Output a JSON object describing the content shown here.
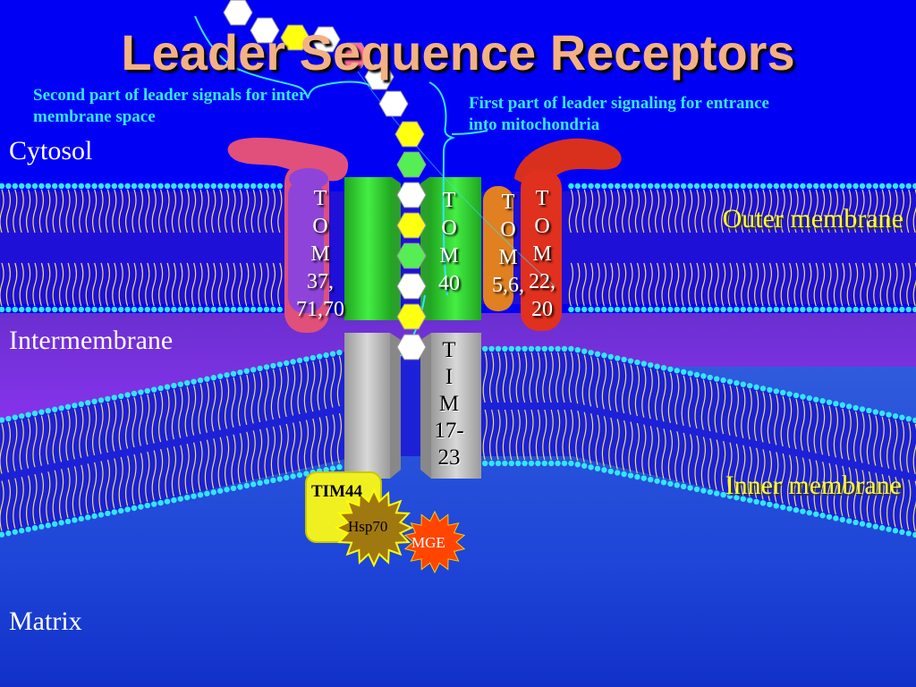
{
  "slide": {
    "title": "Leader Sequence Receptors",
    "annotations": {
      "second_part": "Second part of leader signals for inter membrane space",
      "first_part": "First part of leader signaling for entrance into mitochondria"
    },
    "regions": {
      "cytosol": "Cytosol",
      "intermembrane": "Intermembrane",
      "matrix": "Matrix"
    },
    "membranes": {
      "outer": "Outer membrane",
      "inner": "Inner membrane"
    },
    "proteins": {
      "tom_37_71_70": "T\nO\nM\n37,\n71,70",
      "tom_40": "T\nO\nM\n40",
      "tom_5_6": "T\nO\nM\n5,6,",
      "tom_22_20": "T\nO\nM\n22,\n20",
      "tim_17_23": "T\nI\nM\n17-\n23",
      "tim_44": "TIM44",
      "hsp70": "Hsp70",
      "mge": "MGE"
    },
    "colors": {
      "background_top": "#0000ff",
      "intermembrane": "#8a2be2",
      "matrix": "#4169e1",
      "lipid_heads": "#33e6ff",
      "lipid_tails": "#ffff66",
      "title": "#f4b183",
      "annotation": "#33e6ff",
      "membrane_label": "#ffff33",
      "tom40_channel": "#33cc33",
      "tim_channel": "#bfbfbf",
      "tom70": "#e0507a",
      "tom22": "#e0301e",
      "tom5_6": "#e08020",
      "tim44": "#ffff33",
      "hsp70": "#b8860b",
      "mge": "#ff4500"
    },
    "leader_sequence_beads": [
      "white",
      "white",
      "yellow",
      "white",
      "pink",
      "white",
      "white",
      "yellow",
      "green",
      "white",
      "yellow",
      "green",
      "white",
      "yellow",
      "white"
    ]
  }
}
